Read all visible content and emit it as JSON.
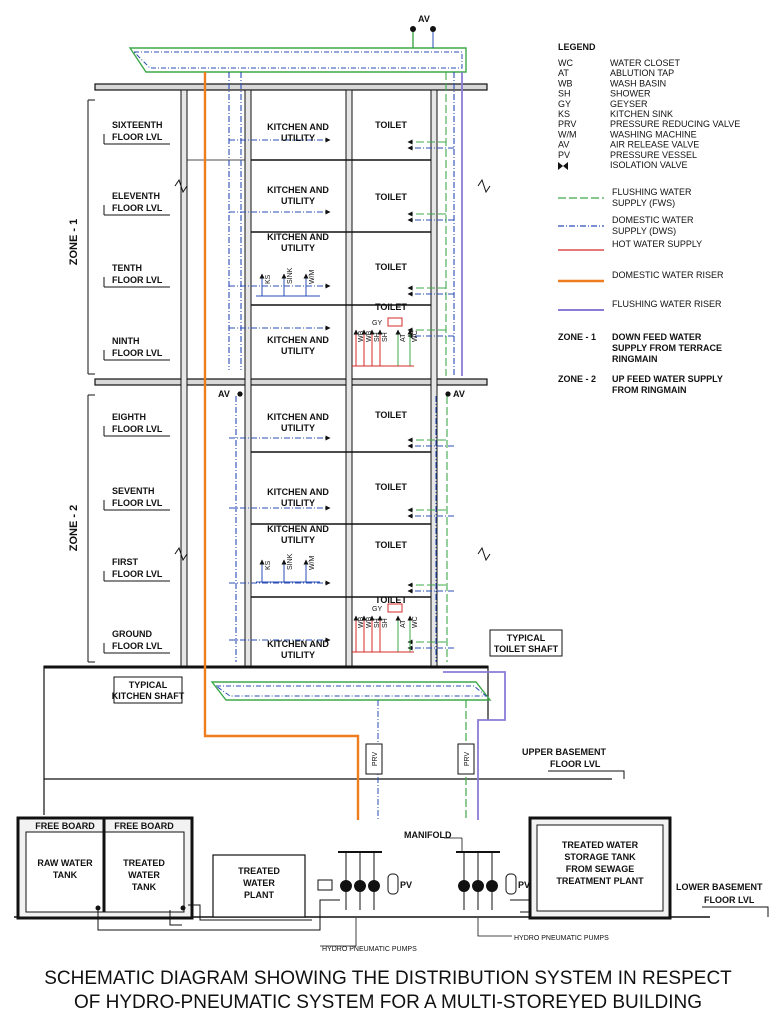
{
  "title_line1": "SCHEMATIC DIAGRAM SHOWING THE DISTRIBUTION SYSTEM IN RESPECT",
  "title_line2": "OF HYDRO-PNEUMATIC SYSTEM FOR A MULTI-STOREYED BUILDING",
  "legend": {
    "heading": "LEGEND",
    "abbreviations": [
      {
        "code": "WC",
        "desc": "WATER CLOSET"
      },
      {
        "code": "AT",
        "desc": "ABLUTION TAP"
      },
      {
        "code": "WB",
        "desc": "WASH BASIN"
      },
      {
        "code": "SH",
        "desc": "SHOWER"
      },
      {
        "code": "GY",
        "desc": "GEYSER"
      },
      {
        "code": "KS",
        "desc": "KITCHEN SINK"
      },
      {
        "code": "PRV",
        "desc": "PRESSURE REDUCING VALVE"
      },
      {
        "code": "W/M",
        "desc": "WASHING MACHINE"
      },
      {
        "code": "AV",
        "desc": "AIR RELEASE VALVE"
      },
      {
        "code": "PV",
        "desc": "PRESSURE VESSEL"
      },
      {
        "code": "",
        "desc": "ISOLATION VALVE"
      }
    ],
    "lines": [
      {
        "desc1": "FLUSHING WATER",
        "desc2": "SUPPLY (FWS)",
        "color": "#3fa84a",
        "style": "fws"
      },
      {
        "desc1": "DOMESTIC WATER",
        "desc2": "SUPPLY (DWS)",
        "color": "#2a4db5",
        "style": "dws"
      },
      {
        "desc1": "HOT WATER SUPPLY",
        "desc2": "",
        "color": "#d42a2a",
        "style": "hot"
      },
      {
        "desc1": "DOMESTIC WATER RISER",
        "desc2": "",
        "color": "#ef7d1e",
        "style": "driser"
      },
      {
        "desc1": "FLUSHING WATER RISER",
        "desc2": "",
        "color": "#8a7bd6",
        "style": "friser"
      }
    ],
    "zones": [
      {
        "code": "ZONE - 1",
        "l1": "DOWN FEED WATER",
        "l2": "SUPPLY FROM TERRACE",
        "l3": "RINGMAIN"
      },
      {
        "code": "ZONE - 2",
        "l1": "UP FEED WATER SUPPLY",
        "l2": "FROM RINGMAIN",
        "l3": ""
      }
    ]
  },
  "zone1_label": "ZONE - 1",
  "zone2_label": "ZONE - 2",
  "floors": [
    {
      "l1": "SIXTEENTH",
      "l2": "FLOOR LVL"
    },
    {
      "l1": "ELEVENTH",
      "l2": "FLOOR LVL"
    },
    {
      "l1": "TENTH",
      "l2": "FLOOR LVL"
    },
    {
      "l1": "NINTH",
      "l2": "FLOOR LVL"
    },
    {
      "l1": "EIGHTH",
      "l2": "FLOOR LVL"
    },
    {
      "l1": "SEVENTH",
      "l2": "FLOOR LVL"
    },
    {
      "l1": "FIRST",
      "l2": "FLOOR LVL"
    },
    {
      "l1": "GROUND",
      "l2": "FLOOR LVL"
    }
  ],
  "kitchen_l1": "KITCHEN AND",
  "kitchen_l2": "UTILITY",
  "toilet": "TOILET",
  "fixtures_kitchen": [
    "KS",
    "SINK",
    "W/M"
  ],
  "fixtures_toilet": [
    "WB",
    "WB",
    "SH",
    "SH",
    "AT",
    "WC"
  ],
  "gy": "GY",
  "av": "AV",
  "prv": "PRV",
  "pv": "PV",
  "typical_kitchen_l1": "TYPICAL",
  "typical_kitchen_l2": "KITCHEN SHAFT",
  "typical_toilet_l1": "TYPICAL",
  "typical_toilet_l2": "TOILET SHAFT",
  "upper_basement_l1": "UPPER BASEMENT",
  "upper_basement_l2": "FLOOR LVL",
  "lower_basement_l1": "LOWER BASEMENT",
  "lower_basement_l2": "FLOOR LVL",
  "free_board": "FREE BOARD",
  "raw_water_l1": "RAW WATER",
  "raw_water_l2": "TANK",
  "treated_tank_l1": "TREATED",
  "treated_tank_l2": "WATER",
  "treated_tank_l3": "TANK",
  "treated_plant_l1": "TREATED",
  "treated_plant_l2": "WATER",
  "treated_plant_l3": "PLANT",
  "manifold": "MANIFOLD",
  "hydro_pumps": "HYDRO PNEUMATIC PUMPS",
  "storage_l1": "TREATED WATER",
  "storage_l2": "STORAGE TANK",
  "storage_l3": "FROM SEWAGE",
  "storage_l4": "TREATMENT PLANT",
  "colors": {
    "fws": "#3fa84a",
    "dws": "#2a4db5",
    "hot": "#d42a2a",
    "driser": "#ef7d1e",
    "friser": "#8a7bd6"
  }
}
